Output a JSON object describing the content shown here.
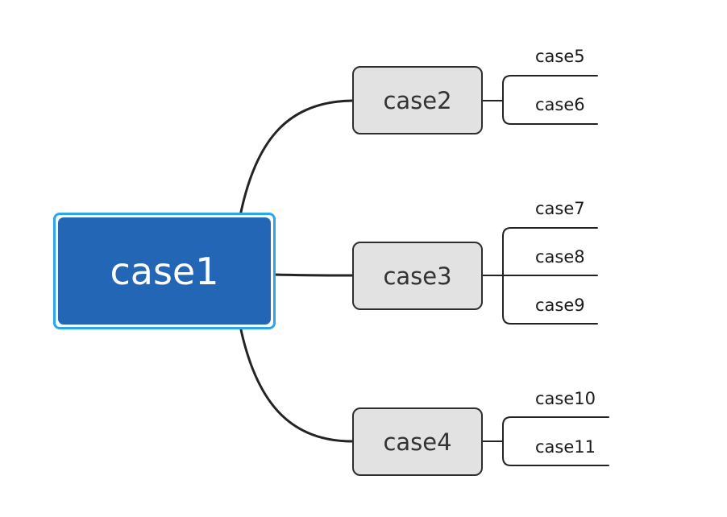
{
  "root": {
    "label": "case1"
  },
  "branches": [
    {
      "label": "case2",
      "children": [
        "case5",
        "case6"
      ]
    },
    {
      "label": "case3",
      "children": [
        "case7",
        "case8",
        "case9"
      ]
    },
    {
      "label": "case4",
      "children": [
        "case10",
        "case11"
      ]
    }
  ],
  "colors": {
    "root_fill": "#2466b6",
    "root_outline": "#2aa6ea",
    "branch_fill": "#e2e2e2",
    "line": "#232323"
  }
}
